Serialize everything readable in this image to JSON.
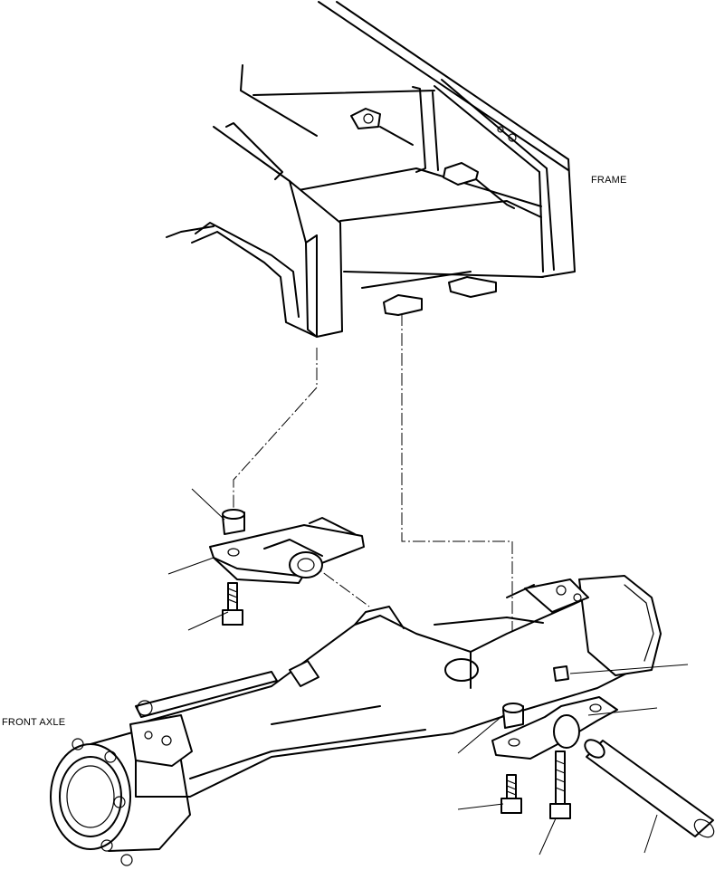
{
  "labels": {
    "frame": "FRAME",
    "front_axle": "FRONT AXLE"
  },
  "parts": [
    "frame-rail",
    "front-mount-bracket",
    "rear-mount-bracket",
    "bushing",
    "bolt",
    "nut",
    "pivot-pin",
    "axle-housing",
    "wheel-hub"
  ]
}
